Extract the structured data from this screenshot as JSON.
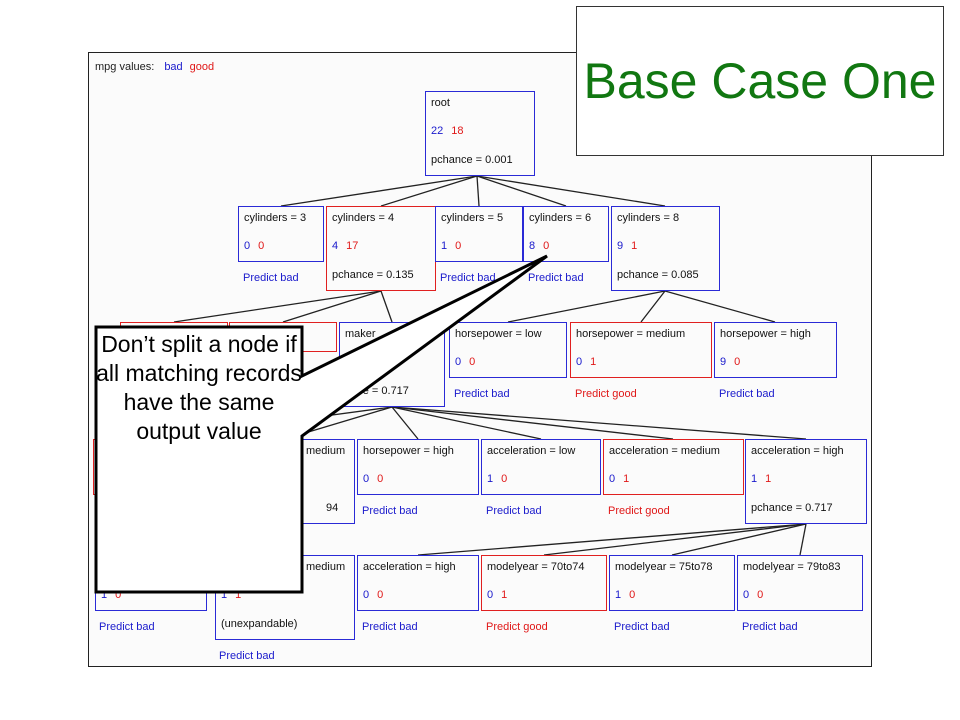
{
  "legend": {
    "label": "mpg values:",
    "bad": "bad",
    "good": "good"
  },
  "title": "Base Case One",
  "callout": "Don’t split a node if all matching records have the same output value",
  "colors": {
    "bad": "#1a1acc",
    "good": "#e01818",
    "title": "#117711"
  },
  "nodes": [
    {
      "label": "root",
      "bad": "22",
      "good": "18",
      "pchance": "pchance = 0.001"
    },
    {
      "label": "cylinders = 3",
      "bad": "0",
      "good": "0",
      "predict": "Predict bad"
    },
    {
      "label": "cylinders = 4",
      "bad": "4",
      "good": "17",
      "pchance": "pchance = 0.135"
    },
    {
      "label": "cylinders = 5",
      "bad": "1",
      "good": "0",
      "predict": "Predict bad"
    },
    {
      "label": "cylinders = 6",
      "bad": "8",
      "good": "0",
      "predict": "Predict bad"
    },
    {
      "label": "cylinders = 8",
      "bad": "9",
      "good": "1",
      "pchance": "pchance = 0.085"
    },
    {
      "label": "maker",
      "pchance": "ance = 0.717"
    },
    {
      "label": "horsepower = low",
      "bad": "0",
      "good": "0",
      "predict": "Predict bad"
    },
    {
      "label": "horsepower = medium",
      "bad": "0",
      "good": "1",
      "predict": "Predict good"
    },
    {
      "label": "horsepower = high",
      "bad": "9",
      "good": "0",
      "predict": "Predict bad"
    },
    {
      "label": "medium",
      "pchance": "94"
    },
    {
      "label": "horsepower = high",
      "bad": "0",
      "good": "0",
      "predict": "Predict bad"
    },
    {
      "label": "acceleration = low",
      "bad": "1",
      "good": "0",
      "predict": "Predict bad"
    },
    {
      "label": "acceleration = medium",
      "bad": "0",
      "good": "1",
      "predict": "Predict good"
    },
    {
      "label": "acceleration = high",
      "bad": "1",
      "good": "1",
      "pchance": "pchance = 0.717"
    },
    {
      "bad": "1",
      "good": "0",
      "predict": "Predict bad"
    },
    {
      "label": "medium",
      "bad": "1",
      "good": "1",
      "pchance": "(unexpandable)",
      "predict": "Predict bad"
    },
    {
      "label": "acceleration = high",
      "bad": "0",
      "good": "0",
      "predict": "Predict bad"
    },
    {
      "label": "modelyear = 70to74",
      "bad": "0",
      "good": "1",
      "predict": "Predict good"
    },
    {
      "label": "modelyear = 75to78",
      "bad": "1",
      "good": "0",
      "predict": "Predict bad"
    },
    {
      "label": "modelyear = 79to83",
      "bad": "0",
      "good": "0",
      "predict": "Predict bad"
    }
  ]
}
